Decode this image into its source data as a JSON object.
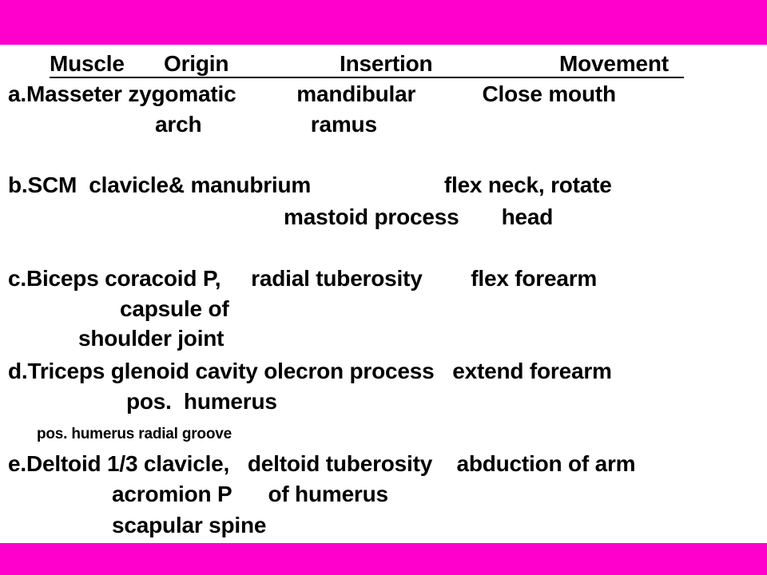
{
  "colors": {
    "band": "#ff00cc",
    "text": "#000000",
    "background": "#ffffff"
  },
  "header": {
    "muscle": "Muscle",
    "origin": "Origin",
    "insertion": "Insertion",
    "movement": "Movement"
  },
  "rows": {
    "a": {
      "line1": "a.Masseter zygomatic          mandibular           Close mouth",
      "line2": "arch                  ramus"
    },
    "b": {
      "line1": "b.SCM  clavicle& manubrium                      flex neck, rotate",
      "line2": "mastoid process       head"
    },
    "c": {
      "line1": "c.Biceps coracoid P,     radial tuberosity        flex forearm",
      "line2": "capsule of",
      "line3": "shoulder joint"
    },
    "d": {
      "line1": "d.Triceps glenoid cavity olecron process   extend forearm",
      "line2": "pos.  humerus",
      "note": "pos. humerus radial groove"
    },
    "e": {
      "line1": "e.Deltoid 1/3 clavicle,   deltoid tuberosity    abduction of arm",
      "line2": "acromion P      of humerus",
      "line3": "scapular spine"
    }
  }
}
